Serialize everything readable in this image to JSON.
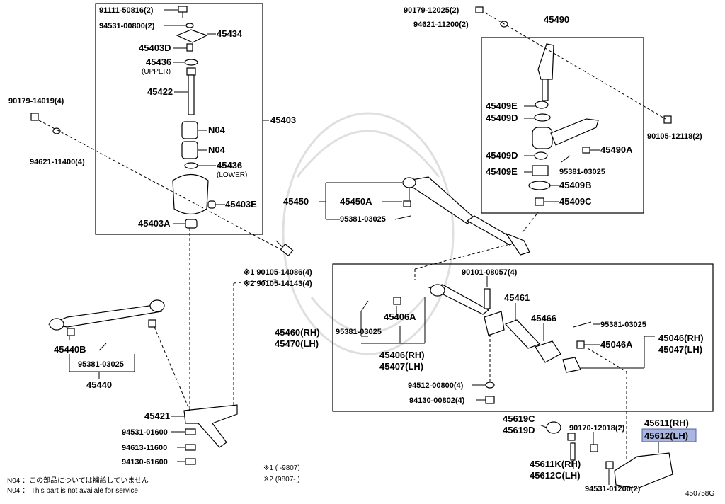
{
  "labels": {
    "p1": "91111-50816(2)",
    "p2": "94531-00800(2)",
    "p3": "45434",
    "p4": "45403D",
    "p5": "45436",
    "p5u": "(UPPER)",
    "p6": "45422",
    "p7": "N04",
    "p8": "N04",
    "p9": "45436",
    "p9l": "(LOWER)",
    "p10": "45403E",
    "p11": "45403A",
    "p12": "45403",
    "p13": "90179-14019(4)",
    "p14": "94621-11400(4)",
    "p15": "90179-12025(2)",
    "p16": "94621-11200(2)",
    "p17": "45490",
    "p18": "45409E",
    "p19": "45409D",
    "p20": "45409D",
    "p21": "45490A",
    "p22": "45409E",
    "p23": "95381-03025",
    "p24": "45409B",
    "p25": "45409C",
    "p26": "90105-12118(2)",
    "p27": "45450",
    "p28": "45450A",
    "p29": "95381-03025",
    "p30": "※1 90105-14086(4)",
    "p31": "※2 90105-14143(4)",
    "p32": "90101-08057(4)",
    "p33": "45461",
    "p34": "45466",
    "p35": "95381-03025",
    "p36": "45406A",
    "p37": "95381-03025",
    "p38": "45460(RH)",
    "p39": "45470(LH)",
    "p40": "45406(RH)",
    "p41": "45407(LH)",
    "p42": "45046A",
    "p43": "45046(RH)",
    "p44": "45047(LH)",
    "p45": "94512-00800(4)",
    "p46": "94130-00802(4)",
    "p47": "45440B",
    "p48": "95381-03025",
    "p49": "45440",
    "p50": "45421",
    "p51": "94531-01600",
    "p52": "94613-11600",
    "p53": "94130-61600",
    "p54": "45619C",
    "p55": "45619D",
    "p56": "90170-12018(2)",
    "p57": "45611(RH)",
    "p58": "45612(LH)",
    "p59": "45611K(RH)",
    "p60": "45612C(LH)",
    "p61": "94531-01200(2)"
  },
  "notes": {
    "n1": "N04 ：この部品については補給していません",
    "n2": "N04 ： This part is not availale for service",
    "r1": "※1 (      -9807)",
    "r2": "※2 (9807-       )",
    "code": "450758G"
  },
  "colors": {
    "highlight": "#aab6e0"
  }
}
